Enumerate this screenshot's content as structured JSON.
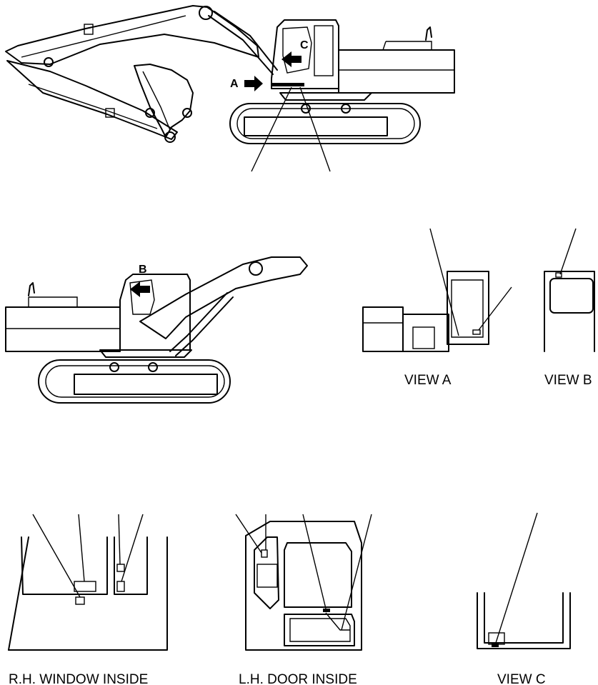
{
  "callouts": {
    "view_a_arrow": "A",
    "view_b_arrow": "B",
    "view_c_arrow": "C"
  },
  "captions": {
    "view_a": "VIEW A",
    "view_b": "VIEW B",
    "view_c": "VIEW C",
    "rh_window_inside": "R.H. WINDOW INSIDE",
    "lh_door_inside": "L.H. DOOR INSIDE"
  }
}
